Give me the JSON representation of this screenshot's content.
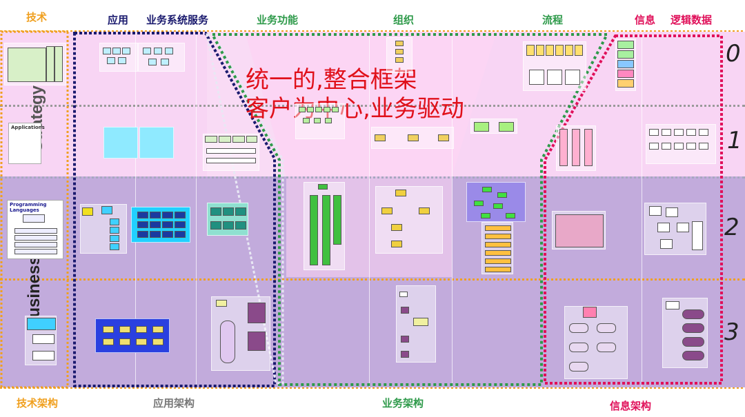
{
  "header_labels": {
    "tech": "技术",
    "application": "应用",
    "business_system_services": "业务系统服务",
    "business_function": "业务功能",
    "organization": "组织",
    "process": "流程",
    "information": "信息",
    "logical_data": "逻辑数据"
  },
  "footer_labels": {
    "tech_arch": "技术架构",
    "app_arch": "应用架构",
    "business_arch": "业务架构",
    "info_arch": "信息架构"
  },
  "row_numbers": [
    "0",
    "1",
    "2",
    "3"
  ],
  "headline": {
    "line1": "统一的,整合框架",
    "line2": "客户为中心,业务驱动"
  },
  "side_labels": {
    "strategy": "Strategy",
    "business": "Business"
  },
  "thumbnails": {
    "programming_languages": "Programming Languages",
    "applications": "Applications"
  },
  "colors": {
    "tech_orange": "#f0a020",
    "app_navy": "#1a1a6e",
    "business_green": "#2e9a4a",
    "info_red": "#e0105a",
    "headline_red": "#e0101a",
    "band_pink": "#f6c7f0",
    "band_purple": "#b79cd6"
  }
}
